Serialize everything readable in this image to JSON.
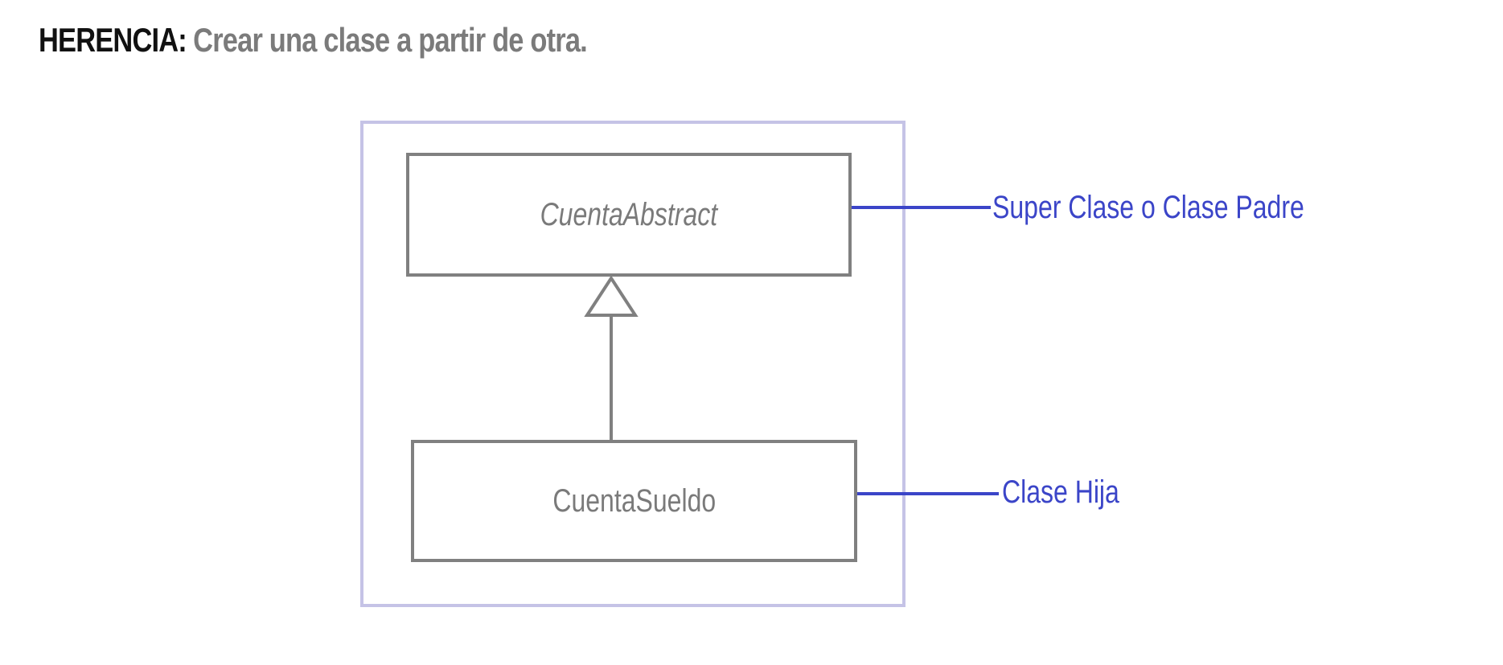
{
  "heading": {
    "keyword": "HERENCIA:",
    "description": "Crear una clase a partir de otra."
  },
  "diagram": {
    "parent_class": "CuentaAbstract",
    "child_class": "CuentaSueldo",
    "relationship": "inheritance",
    "callouts": {
      "parent": "Super Clase o Clase Padre",
      "child": "Clase Hija"
    }
  },
  "colors": {
    "frame": "#c5c3e6",
    "box_border": "#808080",
    "callout": "#3b45c8",
    "heading_keyword": "#111111",
    "heading_description": "#7b7b7b"
  }
}
